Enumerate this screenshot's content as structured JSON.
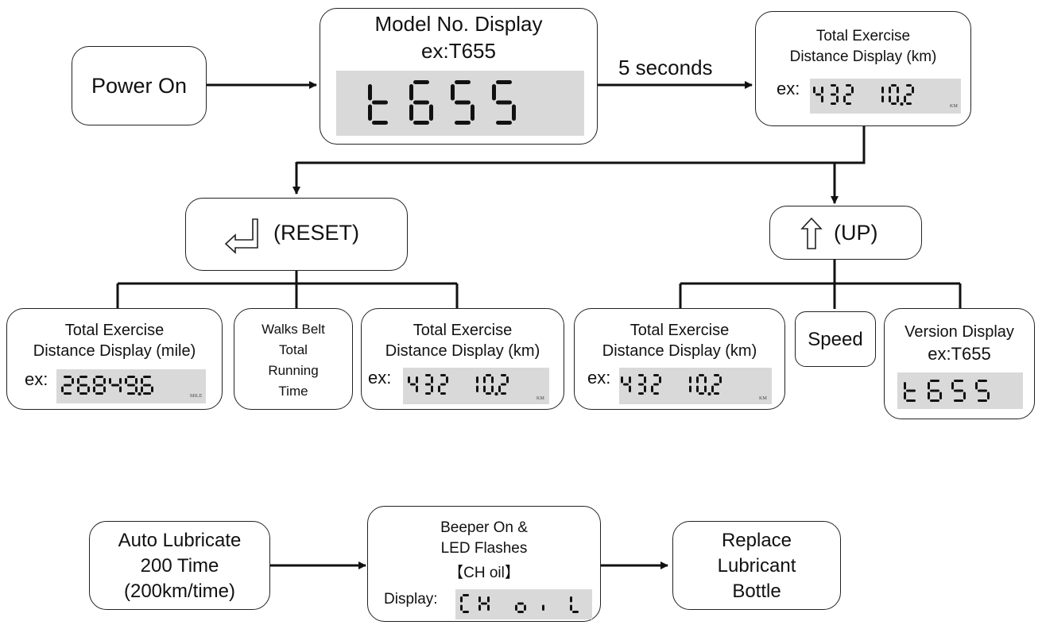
{
  "power_on": {
    "label": "Power On"
  },
  "model_display": {
    "title_line1": "Model No. Display",
    "title_line2": "ex:T655",
    "lcd_text": "t655"
  },
  "delay_label": "5 seconds",
  "total_km_top": {
    "title_line1": "Total Exercise",
    "title_line2": "Distance Display (km)",
    "ex_label": "ex:",
    "lcd_text": "432 10.2",
    "unit": "KM"
  },
  "reset_button": {
    "label": "(RESET)",
    "icon": "enter-return-icon"
  },
  "up_button": {
    "label": "(UP)",
    "icon": "up-arrow-icon"
  },
  "mile_display": {
    "title_line1": "Total Exercise",
    "title_line2": "Distance Display (mile)",
    "ex_label": "ex:",
    "lcd_text": "26849.6",
    "unit": "MILE"
  },
  "walks_belt": {
    "line1": "Walks Belt",
    "line2": "Total",
    "line3": "Running",
    "line4": "Time"
  },
  "km_display_left": {
    "title_line1": "Total Exercise",
    "title_line2": "Distance Display (km)",
    "ex_label": "ex:",
    "lcd_text": "432 10.2",
    "unit": "KM"
  },
  "km_display_right": {
    "title_line1": "Total Exercise",
    "title_line2": "Distance Display (km)",
    "ex_label": "ex:",
    "lcd_text": "432 10.2",
    "unit": "KM"
  },
  "speed": {
    "label": "Speed"
  },
  "version_display": {
    "title_line1": "Version Display",
    "title_line2": "ex:T655",
    "lcd_text": "t655"
  },
  "auto_lubricate": {
    "line1": "Auto Lubricate",
    "line2": "200 Time",
    "line3": "(200km/time)"
  },
  "beeper": {
    "line1": "Beeper On &",
    "line2": "LED Flashes",
    "line3": "【CH oil】",
    "display_label": "Display:",
    "lcd_text": "CH oi L"
  },
  "replace": {
    "line1": "Replace",
    "line2": "Lubricant",
    "line3": "Bottle"
  },
  "colors": {
    "lcd_background": "#d9d9d9",
    "line": "#111111",
    "segment": "#111111"
  }
}
